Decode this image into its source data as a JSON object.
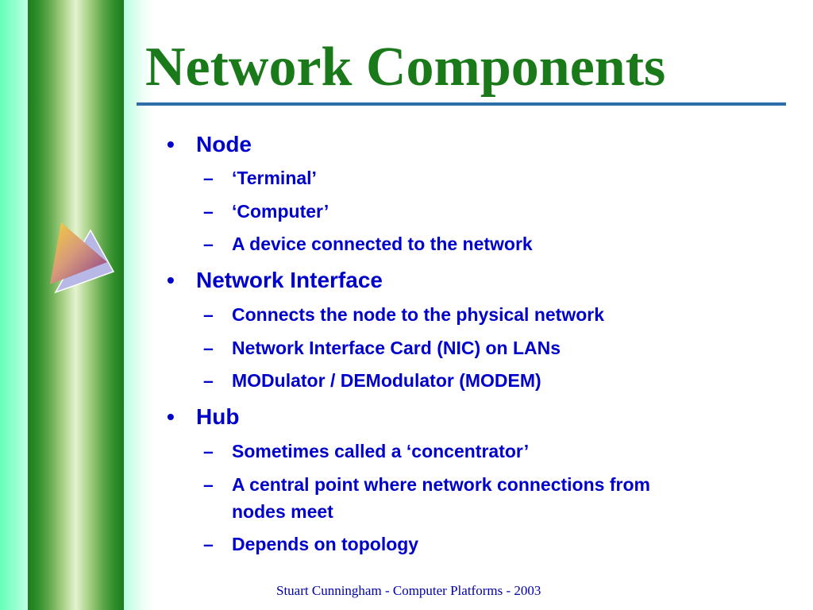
{
  "title": "Network Components",
  "items": [
    {
      "level": 1,
      "text": "Node"
    },
    {
      "level": 2,
      "text": "‘Terminal’"
    },
    {
      "level": 2,
      "text": "‘Computer’"
    },
    {
      "level": 2,
      "text": "A device connected to the network"
    },
    {
      "level": 1,
      "text": "Network Interface"
    },
    {
      "level": 2,
      "text": "Connects the node to the physical network"
    },
    {
      "level": 2,
      "text": "Network Interface Card (NIC) on LANs"
    },
    {
      "level": 2,
      "text": "MODulator / DEModulator (MODEM)"
    },
    {
      "level": 1,
      "text": "Hub"
    },
    {
      "level": 2,
      "text": "Sometimes called a ‘concentrator’"
    },
    {
      "level": 2,
      "text": "A central point where network connections from"
    },
    {
      "level": 2,
      "text": "nodes meet",
      "continuation": true
    },
    {
      "level": 2,
      "text": "Depends on topology"
    }
  ],
  "footer": "Stuart Cunningham - Computer Platforms - 2003",
  "colors": {
    "title": "#1a7a1a",
    "body_text": "#0000cc",
    "rule": "#2e6ea8",
    "stripe": "#2f8e2a",
    "footer": "#0000aa"
  },
  "icons": {
    "decoration": "triangle-graphic"
  }
}
